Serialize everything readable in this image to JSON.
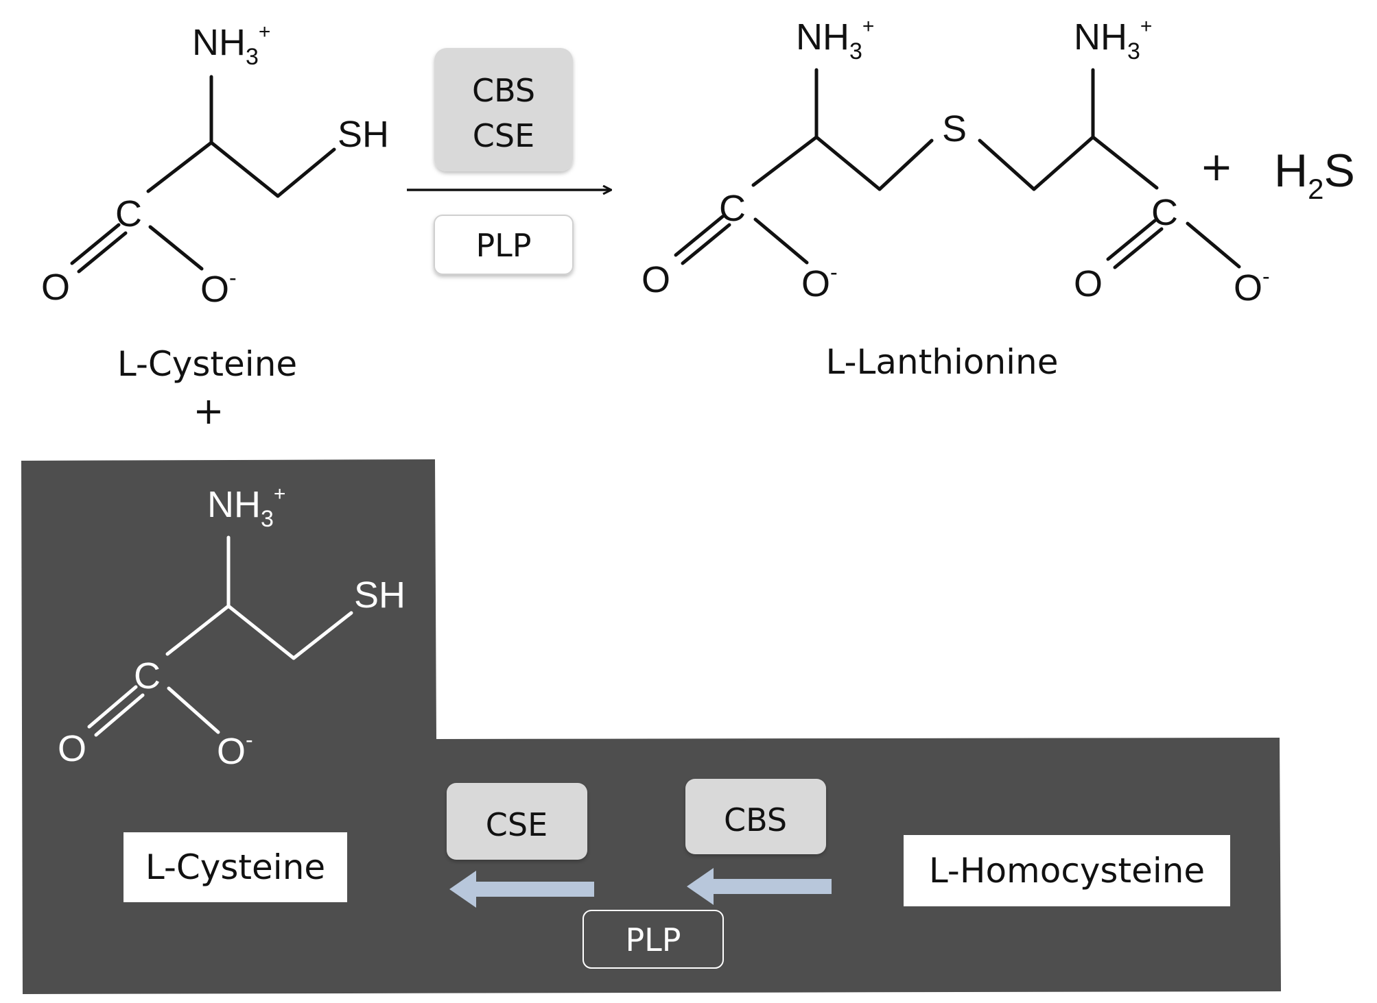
{
  "colors": {
    "background": "#ffffff",
    "ink": "#111111",
    "panel": "#4e4e4e",
    "enzyme_box": "#d9d9d9",
    "arrow_blue": "#b8c7db",
    "label_box": "#ffffff"
  },
  "top_reaction": {
    "reactant": {
      "ammonium": "NH",
      "ammonium_sub": "3",
      "ammonium_sup": "+",
      "thiol": "SH",
      "carbon": "C",
      "oxygen": "O",
      "carboxylate": "O",
      "carboxylate_sup": "-",
      "name": "L-Cysteine"
    },
    "plus_below_reactant": "+",
    "enzymes": [
      "CBS",
      "CSE"
    ],
    "cofactor": "PLP",
    "product": {
      "ammonium_left": "NH",
      "ammonium_left_sub": "3",
      "ammonium_left_sup": "+",
      "ammonium_right": "NH",
      "ammonium_right_sub": "3",
      "ammonium_right_sup": "+",
      "sulfur": "S",
      "carbon_left": "C",
      "carbon_right": "C",
      "oxygen_left": "O",
      "oxygen_right": "O",
      "carboxylate_left": "O",
      "carboxylate_left_sup": "-",
      "carboxylate_right": "O",
      "carboxylate_right_sup": "-",
      "name": "L-Lanthionine"
    },
    "plus": "+",
    "byproduct": {
      "h": "H",
      "sub": "2",
      "s": "S"
    }
  },
  "bottom_panel": {
    "molecule": {
      "ammonium": "NH",
      "ammonium_sub": "3",
      "ammonium_sup": "+",
      "thiol": "SH",
      "carbon": "C",
      "oxygen": "O",
      "carboxylate": "O",
      "carboxylate_sup": "-"
    },
    "product_label": "L-Cysteine",
    "enzyme_left": "CSE",
    "enzyme_right": "CBS",
    "cofactor": "PLP",
    "substrate_label": "L-Homocysteine"
  }
}
